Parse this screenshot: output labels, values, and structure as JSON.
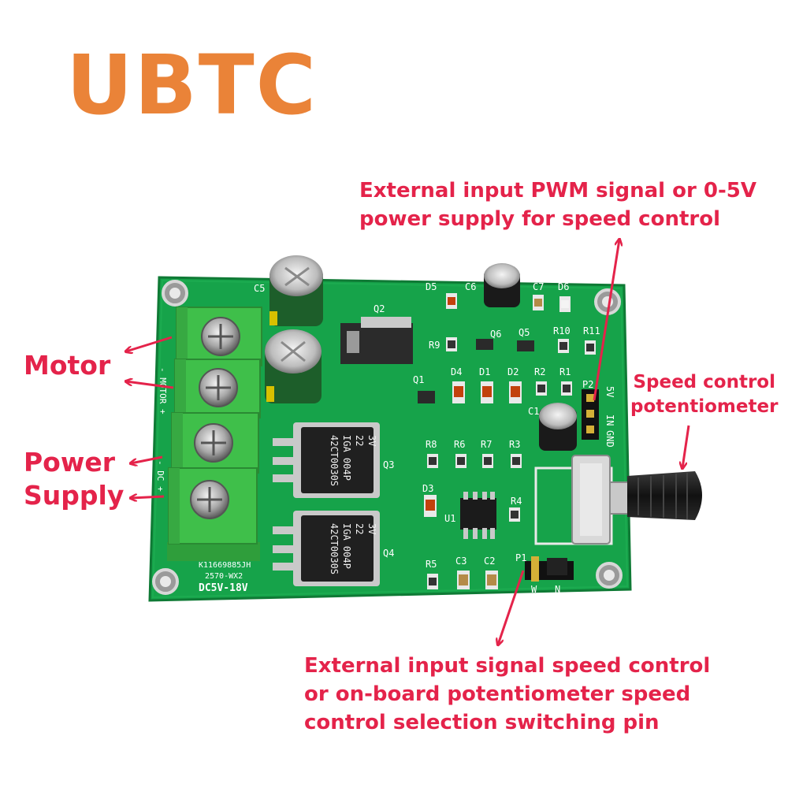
{
  "brand": {
    "text": "UBTC",
    "color": "#ea8338"
  },
  "colors": {
    "annotation": "#e4234a",
    "pcb": "#16a34a",
    "terminal_block": "#3fbf4a",
    "chip": "#202020"
  },
  "annotations": {
    "motor": "Motor",
    "power_supply": [
      "Power",
      "Supply"
    ],
    "pwm_input": [
      "External input PWM signal or 0-5V",
      "power supply for speed control"
    ],
    "potentiometer": [
      "Speed control",
      "potentiometer"
    ],
    "selection_pin": [
      "External input signal speed control",
      "or on-board potentiometer speed",
      "control selection switching pin"
    ]
  },
  "board": {
    "silkscreen": {
      "terminal_side": [
        "- MOTOR +",
        "- DC +"
      ],
      "model": [
        "K11669885JH",
        "2570-WX2"
      ],
      "voltage": "DC5V-18V",
      "header_p2": [
        "P2",
        "5V",
        "IN",
        "GND"
      ],
      "header_p1": [
        "P1",
        "W",
        "N"
      ],
      "components": [
        "C5",
        "Q2",
        "D5",
        "C6",
        "C7",
        "D6",
        "R9",
        "Q6",
        "Q5",
        "R10",
        "R11",
        "Q1",
        "D4",
        "D1",
        "D2",
        "R2",
        "R1",
        "C1",
        "R8",
        "R6",
        "R7",
        "R3",
        "Q3",
        "D3",
        "U1",
        "R4",
        "Q4",
        "R5",
        "C3",
        "C2"
      ]
    },
    "mosfet_marking": [
      "42CT0030S",
      "IGA 004P",
      "22",
      "3V"
    ]
  }
}
